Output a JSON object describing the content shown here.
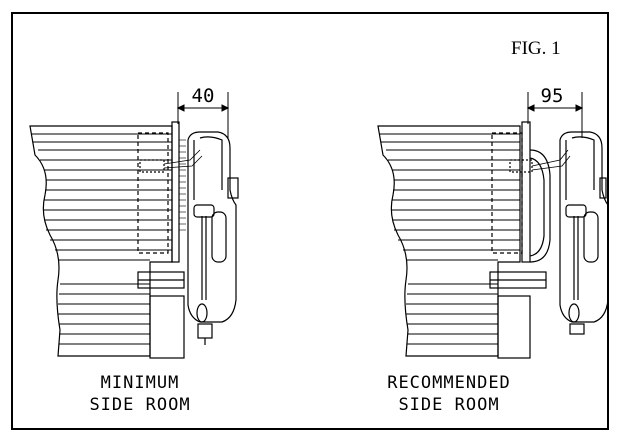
{
  "figure": {
    "label": "FIG. 1"
  },
  "panels": [
    {
      "dimension": "40",
      "caption_line1": "MINIMUM",
      "caption_line2": "SIDE ROOM"
    },
    {
      "dimension": "95",
      "caption_line1": "RECOMMENDED",
      "caption_line2": "SIDE ROOM"
    }
  ],
  "colors": {
    "line": "#000000",
    "background": "#ffffff"
  }
}
